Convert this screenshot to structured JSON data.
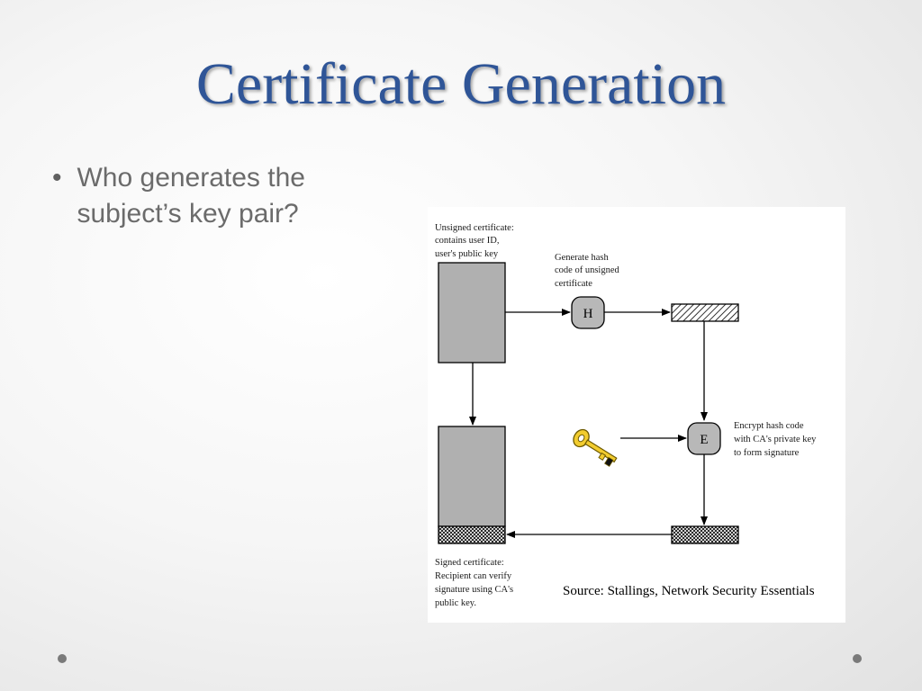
{
  "slide": {
    "title": "Certificate Generation",
    "bullets": [
      "Who generates the subject’s key pair?"
    ]
  },
  "diagram": {
    "unsigned_label": [
      "Unsigned certificate:",
      "contains user ID,",
      "user's public key"
    ],
    "hash_label": [
      "Generate hash",
      "code of unsigned",
      "certificate"
    ],
    "hash_node": "H",
    "encrypt_node": "E",
    "encrypt_label": [
      "Encrypt hash code",
      "with CA's private key",
      "to form signature"
    ],
    "signed_label": [
      "Signed certificate:",
      "Recipient can verify",
      "signature using CA's",
      "public key."
    ],
    "source": "Source: Stallings, Network Security Essentials"
  },
  "colors": {
    "title": "#2f5597",
    "bullet_text": "#6b6b6b",
    "certificate_fill": "#b0b0b0",
    "node_fill": "#b8b8b8",
    "key": "#f2cc2f"
  }
}
